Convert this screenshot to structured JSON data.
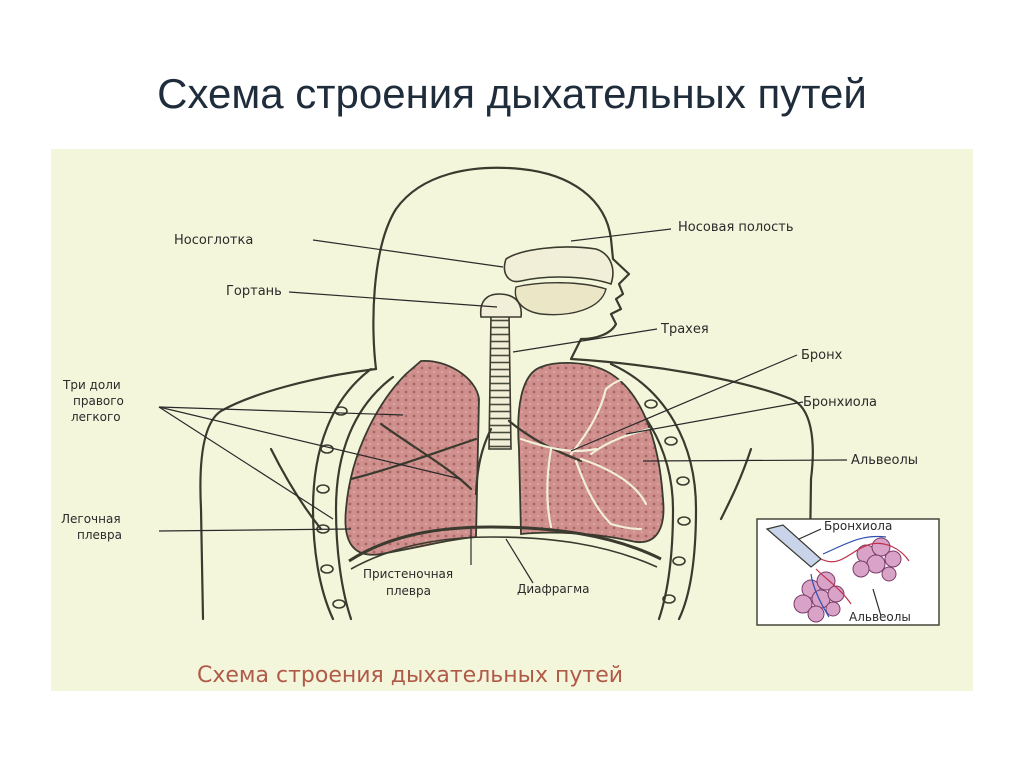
{
  "title": "Схема строения дыхательных путей",
  "caption": "Схема строения дыхательных путей",
  "labels": {
    "nasopharynx": "Носоглотка",
    "nasal_cavity": "Носовая полость",
    "larynx": "Гортань",
    "trachea": "Трахея",
    "bronchus": "Бронх",
    "three_lobes_1": "Три доли",
    "three_lobes_2": "правого",
    "three_lobes_3": "легкого",
    "bronchiole": "Бронхиола",
    "alveoli": "Альвеолы",
    "pulmonary_pleura_1": "Легочная",
    "pulmonary_pleura_2": "плевра",
    "parietal_pleura_1": "Пристеночная",
    "parietal_pleura_2": "плевра",
    "diaphragm": "Диафрагма"
  },
  "inset": {
    "bronchiole": "Бронхиола",
    "alveoli": "Альвеолы"
  },
  "colors": {
    "background": "#f4f6dc",
    "lung_fill": "#cf8f8c",
    "outline": "#3a3a2e",
    "caption": "#b05a48",
    "title": "#1f2c3b"
  }
}
